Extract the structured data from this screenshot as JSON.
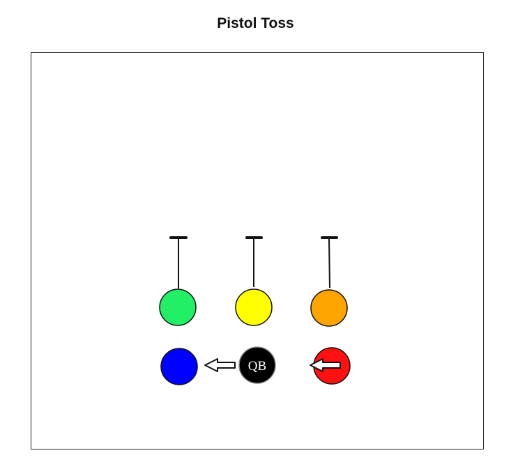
{
  "title": "Pistol Toss",
  "players": [
    {
      "id": "lineman-left",
      "color": "#22ee66"
    },
    {
      "id": "lineman-center",
      "color": "#ffff00"
    },
    {
      "id": "lineman-right",
      "color": "#ffa500"
    },
    {
      "id": "back-left",
      "color": "#0000ff"
    },
    {
      "id": "quarterback",
      "color": "#000000",
      "label": "QB"
    },
    {
      "id": "back-right",
      "color": "#ff1111"
    }
  ],
  "colors": {
    "outline": "#111111",
    "qb_text": "#ffffff",
    "arrow_fill": "#ffffff"
  }
}
